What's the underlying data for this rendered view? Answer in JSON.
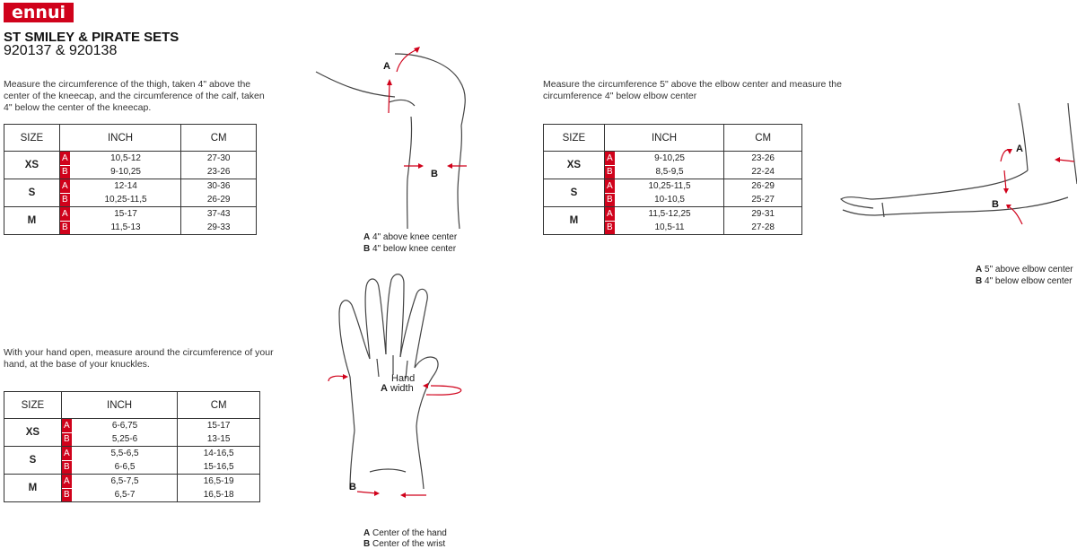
{
  "brand": {
    "logo": "ennui"
  },
  "header": {
    "title": "ST SMILEY & PIRATE SETS",
    "subtitle": "920137 & 920138"
  },
  "knee": {
    "description": "Measure the circumference of the thigh, taken 4\" above the center of the kneecap, and the circumference of the calf, taken 4\" below the center of the kneecap.",
    "headers": [
      "SIZE",
      "INCH",
      "CM"
    ],
    "rows": [
      {
        "size": "XS",
        "a_inch": "10,5-12",
        "a_cm": "27-30",
        "b_inch": "9-10,25",
        "b_cm": "23-26"
      },
      {
        "size": "S",
        "a_inch": "12-14",
        "a_cm": "30-36",
        "b_inch": "10,25-11,5",
        "b_cm": "26-29"
      },
      {
        "size": "M",
        "a_inch": "15-17",
        "a_cm": "37-43",
        "b_inch": "11,5-13",
        "b_cm": "29-33"
      }
    ],
    "label_a": "A",
    "label_b": "B",
    "caption_a": "4\" above knee center",
    "caption_b": "4\" below knee center"
  },
  "elbow": {
    "description": "Measure the circumference 5\" above the elbow center and measure the circumference 4\" below elbow center",
    "headers": [
      "SIZE",
      "INCH",
      "CM"
    ],
    "rows": [
      {
        "size": "XS",
        "a_inch": "9-10,25",
        "a_cm": "23-26",
        "b_inch": "8,5-9,5",
        "b_cm": "22-24"
      },
      {
        "size": "S",
        "a_inch": "10,25-11,5",
        "a_cm": "26-29",
        "b_inch": "10-10,5",
        "b_cm": "25-27"
      },
      {
        "size": "M",
        "a_inch": "11,5-12,25",
        "a_cm": "29-31",
        "b_inch": "10,5-11",
        "b_cm": "27-28"
      }
    ],
    "label_a": "A",
    "label_b": "B",
    "caption_a": "5\" above elbow center",
    "caption_b": "4\" below elbow center"
  },
  "hand": {
    "description": "With your hand open, measure around the circumference of your hand, at the base of your knuckles.",
    "headers": [
      "SIZE",
      "INCH",
      "CM"
    ],
    "rows": [
      {
        "size": "XS",
        "a_inch": "6-6,75",
        "a_cm": "15-17",
        "b_inch": "5,25-6",
        "b_cm": "13-15"
      },
      {
        "size": "S",
        "a_inch": "5,5-6,5",
        "a_cm": "14-16,5",
        "b_inch": "6-6,5",
        "b_cm": "15-16,5"
      },
      {
        "size": "M",
        "a_inch": "6,5-7,5",
        "a_cm": "16,5-19",
        "b_inch": "6,5-7",
        "b_cm": "16,5-18"
      }
    ],
    "label_a": "A",
    "label_b": "B",
    "width_label_1": "Hand",
    "width_label_2": "width",
    "caption_a": "Center of the hand",
    "caption_b": "Center of the wrist"
  },
  "colors": {
    "accent": "#d0021b",
    "line": "#333333"
  }
}
